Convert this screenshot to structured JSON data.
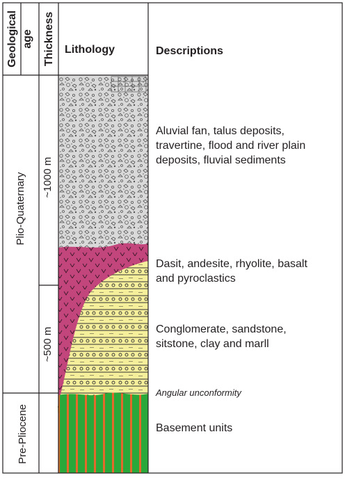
{
  "header": {
    "age_line1": "Geological",
    "age_line2": "age",
    "thickness": "Thickness",
    "lithology": "Lithology",
    "descriptions": "Descriptions"
  },
  "ages": {
    "upper": "Plio-Quaternary",
    "lower": "Pre-Pliocene"
  },
  "thickness": {
    "upper": "~1000 m",
    "lower": "~500 m"
  },
  "descriptions": {
    "d1": [
      "Aluvial fan, talus deposits,",
      "travertine, flood and river plain",
      "deposits, fluvial sediments"
    ],
    "d2": [
      "Dasit, andesite, rhyolite, basalt",
      "and pyroclastics"
    ],
    "d3": [
      "Conglomerate, sandstone,",
      "sitstone, clay and marll"
    ],
    "d4": "Angular unconformity",
    "d5": "Basement units"
  },
  "colors": {
    "gravel_bg": "#d9d9d9",
    "volcanic": "#c2467c",
    "sediment": "#f5ef9c",
    "basement_green": "#2aa83a",
    "basement_orange": "#e46a2c",
    "line": "#231f20"
  }
}
